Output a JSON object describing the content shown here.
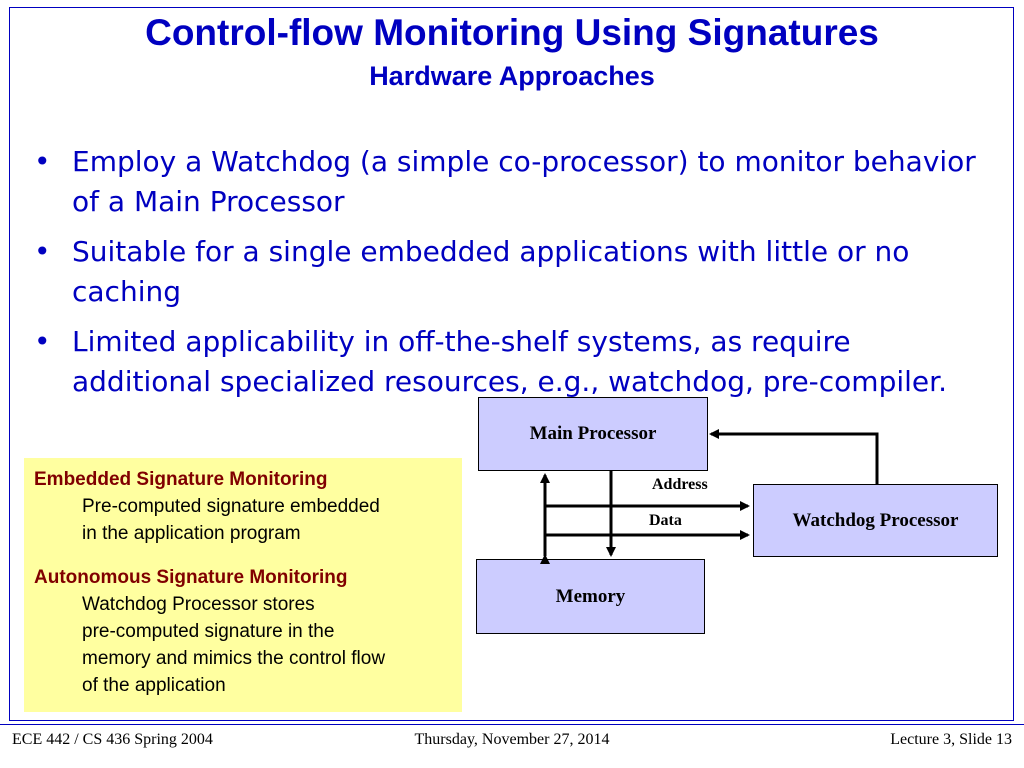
{
  "title": "Control-flow Monitoring Using Signatures",
  "subtitle": "Hardware Approaches",
  "bullets": [
    "Employ a Watchdog (a simple co-processor) to monitor behavior of a Main Processor",
    "Suitable for a single embedded applications with little or no caching",
    "Limited applicability in off-the-shelf systems, as require additional specialized resources, e.g., watchdog, pre-compiler."
  ],
  "note": {
    "background": "#ffffa0",
    "heading_color": "#800000",
    "sections": [
      {
        "heading": "Embedded Signature Monitoring",
        "lines": [
          "Pre-computed signature embedded",
          "in the application program"
        ]
      },
      {
        "heading": "Autonomous Signature Monitoring",
        "lines": [
          "Watchdog Processor stores",
          "pre-computed signature in the",
          "memory and mimics the control flow",
          "of the application"
        ]
      }
    ]
  },
  "diagram": {
    "box_color": "#ccccff",
    "nodes": {
      "main": "Main Processor",
      "watchdog": "Watchdog Processor",
      "memory": "Memory"
    },
    "edges": {
      "address": "Address",
      "data": "Data"
    }
  },
  "footer": {
    "left": "ECE 442 / CS 436 Spring 2004",
    "center": "Thursday, November 27, 2014",
    "right": "Lecture 3, Slide 13"
  },
  "accent_color": "#0000c0"
}
